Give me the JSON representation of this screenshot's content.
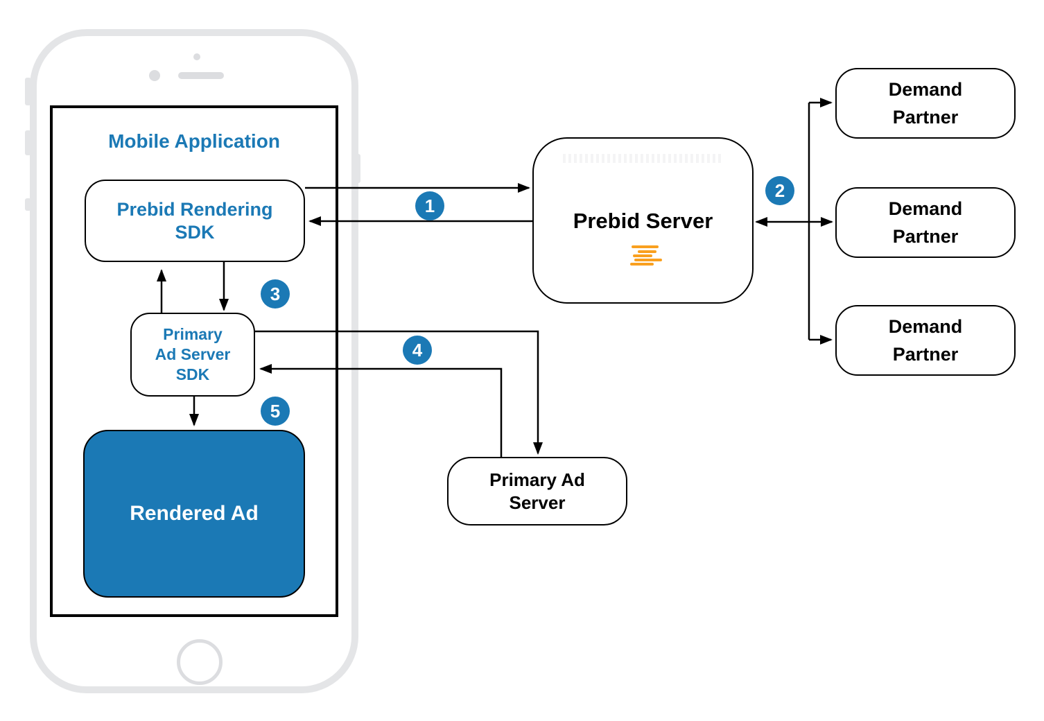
{
  "colors": {
    "accent_blue": "#1b79b5",
    "brand_orange": "#f9a01f",
    "line_black": "#000000",
    "phone_gray": "#e4e5e7"
  },
  "mobile_app": {
    "title": "Mobile Application"
  },
  "nodes": {
    "prebid_rendering_sdk": {
      "label": "Prebid Rendering\nSDK"
    },
    "primary_ad_server_sdk": {
      "label": "Primary\nAd Server\nSDK"
    },
    "rendered_ad": {
      "label": "Rendered Ad"
    },
    "prebid_server": {
      "label": "Prebid Server"
    },
    "primary_ad_server": {
      "label": "Primary Ad\nServer"
    },
    "demand_partners": [
      {
        "label": "Demand\nPartner"
      },
      {
        "label": "Demand\nPartner"
      },
      {
        "label": "Demand\nPartner"
      }
    ]
  },
  "steps": [
    {
      "number": "1"
    },
    {
      "number": "2"
    },
    {
      "number": "3"
    },
    {
      "number": "4"
    },
    {
      "number": "5"
    }
  ]
}
